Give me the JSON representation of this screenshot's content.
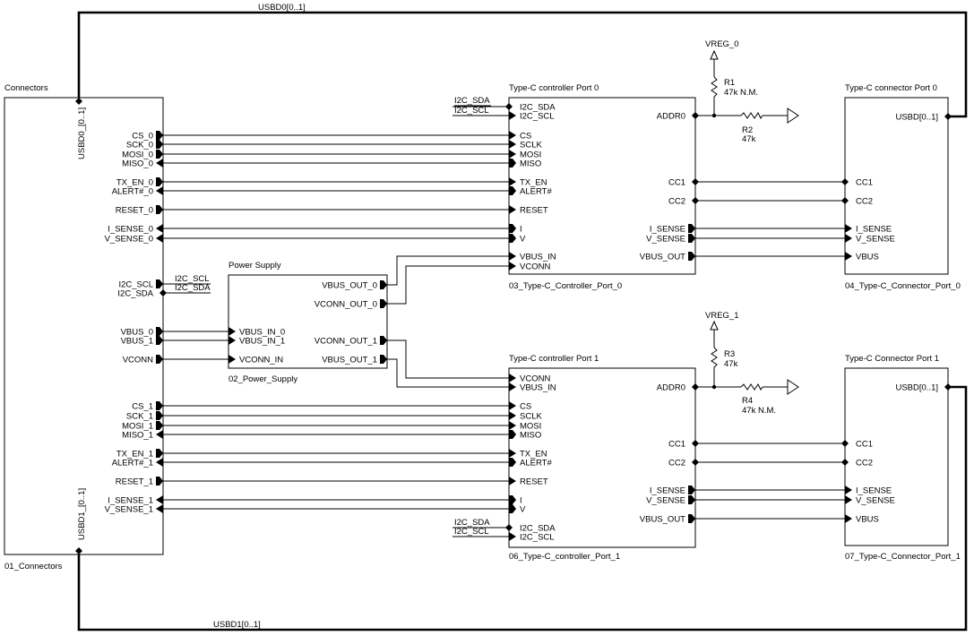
{
  "buses": {
    "top": "USBD0[0..1]",
    "bottom": "USBD1[0..1]"
  },
  "connectors": {
    "title": "Connectors",
    "name": "01_Connectors",
    "usbd0": "USBD0_[0..1]",
    "usbd1": "USBD1_[0..1]",
    "pins": [
      "CS_0",
      "SCK_0",
      "MOSI_0",
      "MISO_0",
      "TX_EN_0",
      "ALERT#_0",
      "RESET_0",
      "I_SENSE_0",
      "V_SENSE_0",
      "I2C_SCL",
      "I2C_SDA",
      "VBUS_0",
      "VBUS_1",
      "VCONN",
      "CS_1",
      "SCK_1",
      "MOSI_1",
      "MISO_1",
      "TX_EN_1",
      "ALERT#_1",
      "RESET_1",
      "I_SENSE_1",
      "V_SENSE_1"
    ]
  },
  "power_supply": {
    "title": "Power Supply",
    "name": "02_Power_Supply",
    "pins": [
      "VBUS_IN_0",
      "VBUS_IN_1",
      "VCONN_IN",
      "VBUS_OUT_0",
      "VCONN_OUT_0",
      "VCONN_OUT_1",
      "VBUS_OUT_1"
    ],
    "nets": [
      "I2C_SCL",
      "I2C_SDA"
    ]
  },
  "ctrl0": {
    "title": "Type-C controller Port 0",
    "name": "03_Type-C_Controller_Port_0",
    "pins": [
      "I2C_SDA",
      "I2C_SCL",
      "CS",
      "SCLK",
      "MOSI",
      "MISO",
      "TX_EN",
      "ALERT#",
      "RESET",
      "I",
      "V",
      "VBUS_IN",
      "VCONN",
      "ADDR0",
      "CC1",
      "CC2",
      "I_SENSE",
      "V_SENSE",
      "VBUS_OUT"
    ],
    "nets": [
      "I2C_SDA",
      "I2C_SCL"
    ]
  },
  "ctrl1": {
    "title": "Type-C controller Port 1",
    "name": "06_Type-C_controller_Port_1",
    "pins": [
      "VCONN",
      "VBUS_IN",
      "CS",
      "SCLK",
      "MOSI",
      "MISO",
      "TX_EN",
      "ALERT#",
      "RESET",
      "I",
      "V",
      "I2C_SDA",
      "I2C_SCL",
      "ADDR0",
      "CC1",
      "CC2",
      "I_SENSE",
      "V_SENSE",
      "VBUS_OUT"
    ],
    "nets": [
      "I2C_SDA",
      "I2C_SCL"
    ]
  },
  "conn0": {
    "title": "Type-C connector Port 0",
    "name": "04_Type-C_Connector_Port_0",
    "pins": [
      "USBD[0..1]",
      "CC1",
      "CC2",
      "I_SENSE",
      "V_SENSE",
      "VBUS"
    ]
  },
  "conn1": {
    "title": "Type-C Connector Port 1",
    "name": "07_Type-C_Connector_Port_1",
    "pins": [
      "USBD[0..1]",
      "CC1",
      "CC2",
      "I_SENSE",
      "V_SENSE",
      "VBUS"
    ]
  },
  "resistors": {
    "vreg0": "VREG_0",
    "vreg1": "VREG_1",
    "r1": "R1",
    "r1_val": "47k N.M.",
    "r2": "R2",
    "r2_val": "47k",
    "r3": "R3",
    "r3_val": "47k",
    "r4": "R4",
    "r4_val": "47k N.M."
  }
}
